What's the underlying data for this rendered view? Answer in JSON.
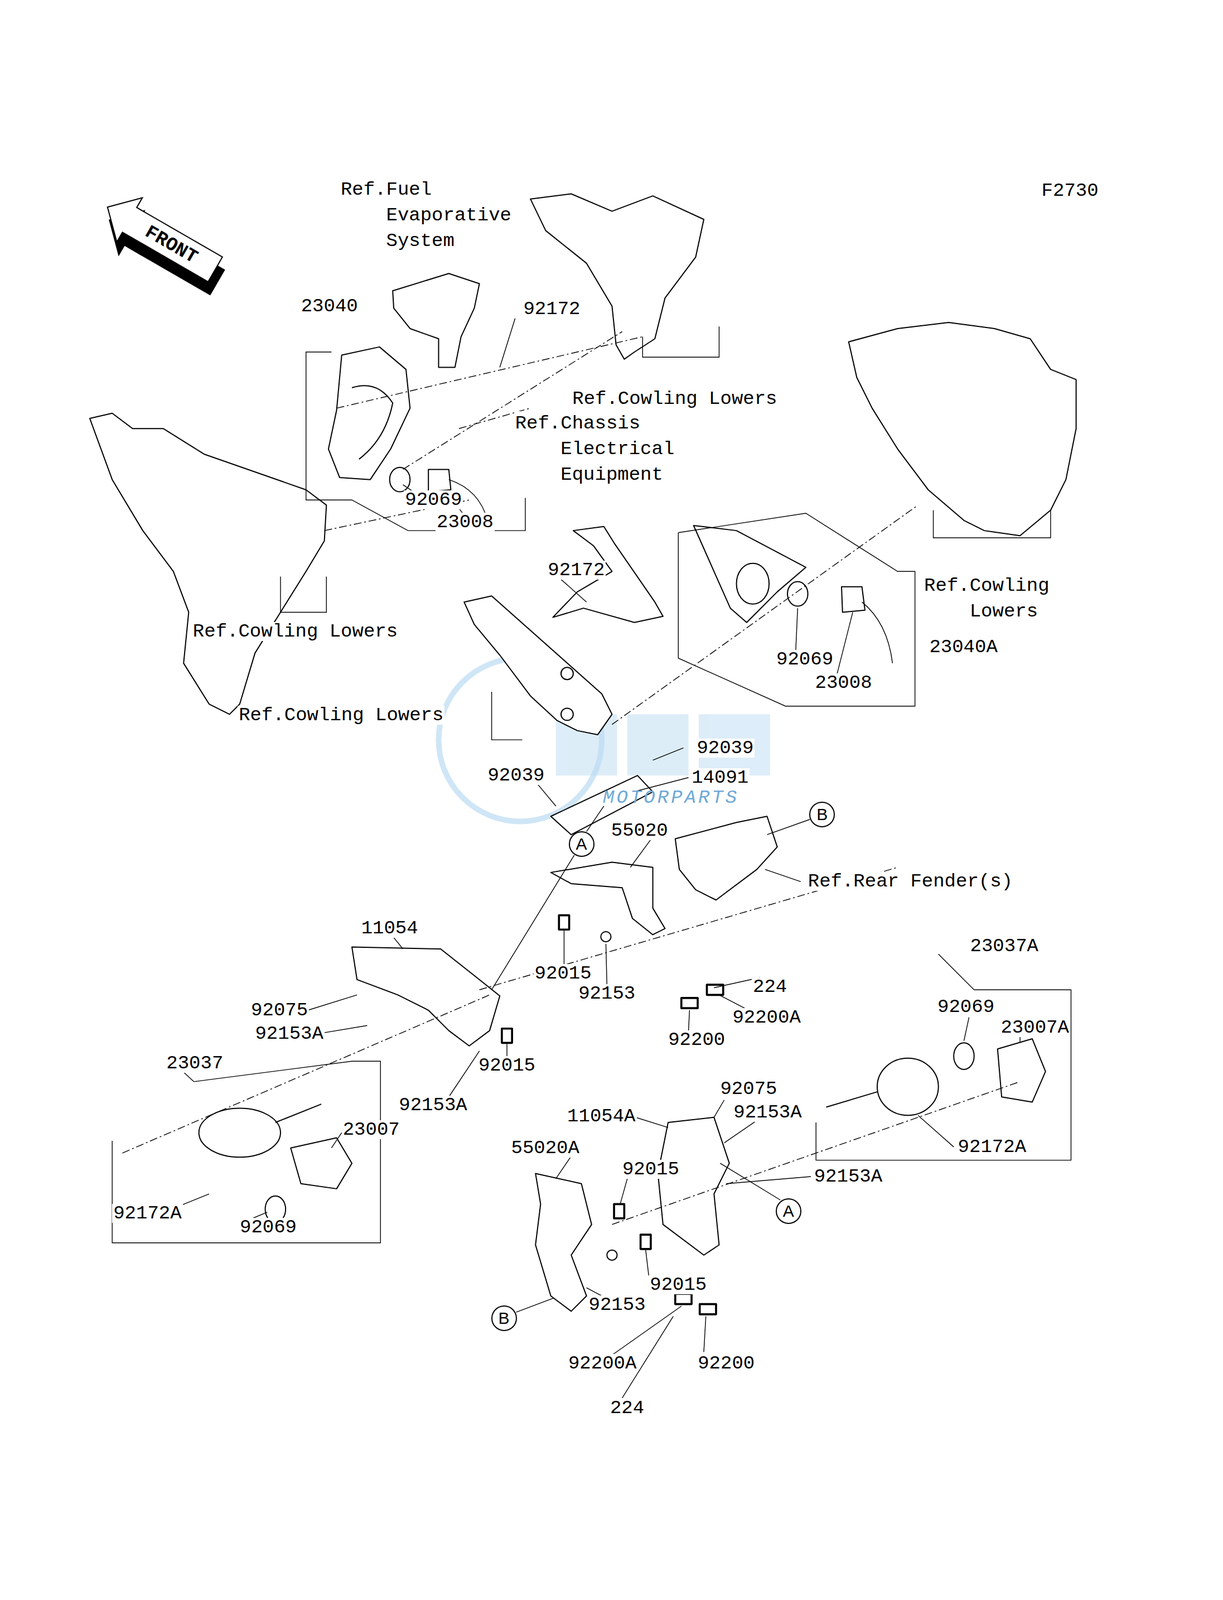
{
  "diagram": {
    "nodes": [
      {
        "text": [
          "B"
        ]
      },
      {
        "text": [
          "A"
        ]
      },
      {
        "text": [
          "A"
        ]
      },
      {
        "text": [
          "B"
        ]
      }
    ],
    "labels": [
      "F2730",
      "FRONT",
      "Ref.Fuel Evaporative System",
      "23040",
      "92172",
      "Ref.Cowling Lowers",
      "Ref.Chassis Electrical Equipment",
      "92069",
      "23008",
      "Ref.Cowling Lowers",
      "92172",
      "Ref.Cowling Lowers",
      "92069",
      "23008",
      "23040A",
      "Ref.Cowling Lowers",
      "92039",
      "92039",
      "14091",
      "55020",
      "Ref.Rear Fender(s)",
      "11054",
      "92075",
      "92153A",
      "92015",
      "92153",
      "224",
      "92200A",
      "92200",
      "92015",
      "92153A",
      "23037A",
      "92069",
      "23007A",
      "23037",
      "92075",
      "92153A",
      "11054A",
      "23007",
      "92172A",
      "92153A",
      "55020A",
      "92015",
      "92172A",
      "92069",
      "92015",
      "92153",
      "92200",
      "92200A",
      "224",
      "MOTORPARTS"
    ]
  }
}
